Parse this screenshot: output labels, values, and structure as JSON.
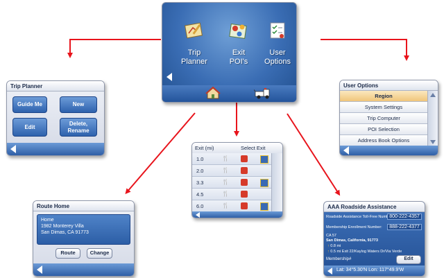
{
  "main_menu": {
    "items": [
      {
        "label": "Trip\nPlanner",
        "icon": "map-pen-icon"
      },
      {
        "label": "Exit\nPOI's",
        "icon": "poi-map-icon"
      },
      {
        "label": "User\nOptions",
        "icon": "checklist-icon"
      }
    ],
    "bottom_icons": [
      "home-icon",
      "tow-truck-icon"
    ]
  },
  "trip_planner": {
    "title": "Trip Planner",
    "buttons": [
      "Guide Me",
      "New",
      "Edit",
      "Delete,\nRename"
    ]
  },
  "user_options": {
    "title": "User Options",
    "items": [
      "Region",
      "System Settings",
      "Trip Computer",
      "POI Selection",
      "Address Book Options"
    ],
    "selected": 0
  },
  "exit_poi": {
    "header_left": "Exit (mi)",
    "header_right": "Select Exit",
    "rows": [
      "1.0",
      "2.0",
      "3.3",
      "4.5",
      "6.0"
    ]
  },
  "route_home": {
    "title": "Route Home",
    "address_lines": [
      "Home",
      "1982 Monterey Villa",
      "San Dimas, CA 91773"
    ],
    "buttons": [
      "Route",
      "Change"
    ]
  },
  "roadside": {
    "title": "AAA Roadside Assistance",
    "rows": [
      {
        "label": "Roadside Assistance Toll-Free Number:",
        "value": "800-222-4357"
      },
      {
        "label": "Membership Enrollment Number:",
        "value": "888-222-4377"
      }
    ],
    "location": "CA 57",
    "city": "San Dimas, California, 91773",
    "dist1": "0.8 mi",
    "dist2": "0.5 mi Exit 22/Kaylog Waters Dr/Via Verde",
    "membership_label": "Membership#",
    "edit_label": "Edit",
    "coords": "Lat: 34°5.30'N  Lon: 117°49.9'W"
  },
  "colors": {
    "arrow": "#e8141c",
    "nav_blue": "#2f5fa6",
    "highlight": "#f0c57a"
  }
}
